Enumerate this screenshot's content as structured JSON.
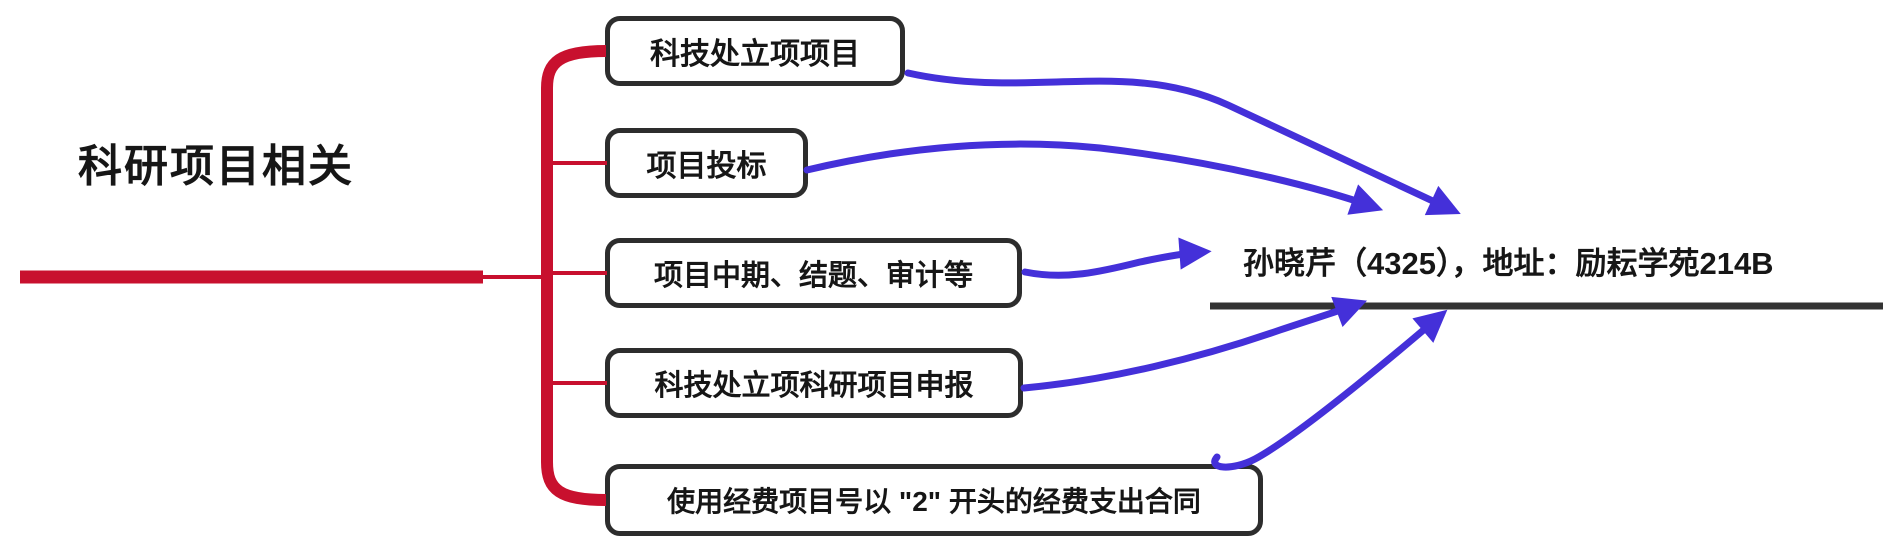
{
  "root": {
    "label": "科研项目相关"
  },
  "branches": [
    {
      "label": "科技处立项项目"
    },
    {
      "label": "项目投标"
    },
    {
      "label": "项目中期、结题、审计等"
    },
    {
      "label": "科技处立项科研项目申报"
    },
    {
      "label": "使用经费项目号以 \"2\" 开头的经费支出合同"
    }
  ],
  "target": {
    "label": "孙晓芹（4325），地址：励耘学苑214B"
  },
  "colors": {
    "branch_red": "#C8102E",
    "arrow_blue": "#4430D9",
    "box_border": "#2D2D2D",
    "target_line": "#333333",
    "text_color": "#161616"
  }
}
